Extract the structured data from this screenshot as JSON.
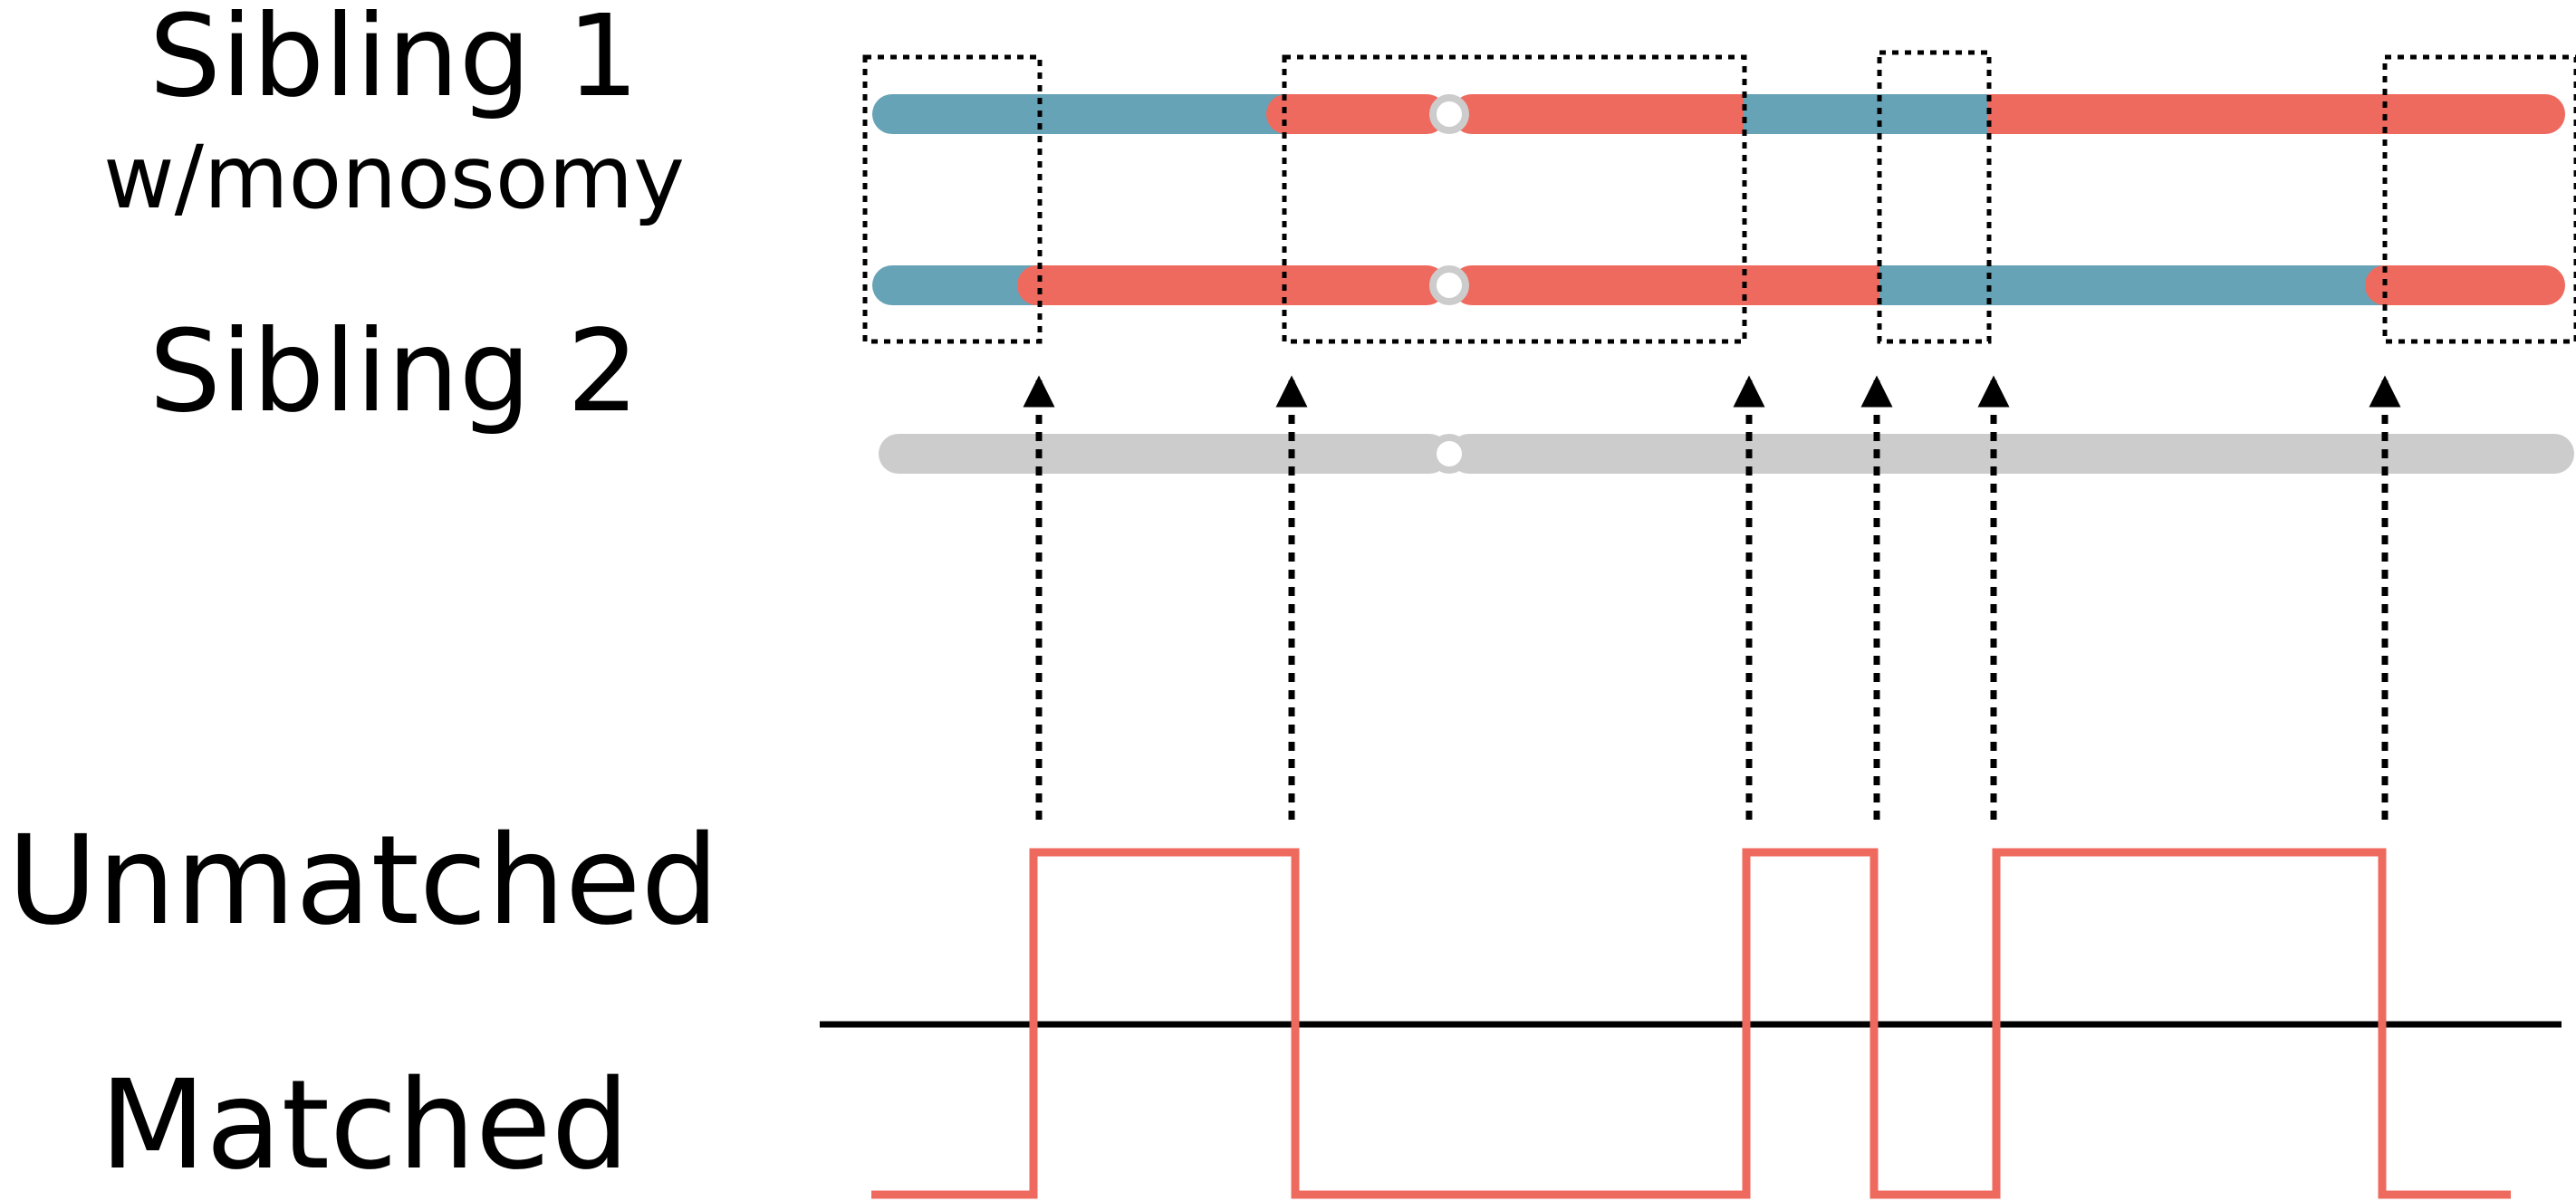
{
  "labels": {
    "sibling1": "Sibling 1",
    "sibling1_sub": "w/monosomy",
    "sibling2": "Sibling 2",
    "unmatched": "Unmatched",
    "matched": "Matched"
  },
  "colors": {
    "blue": "#67a3b7",
    "red": "#ef6a5e",
    "gray": "#cccccc",
    "black": "#000000"
  }
}
